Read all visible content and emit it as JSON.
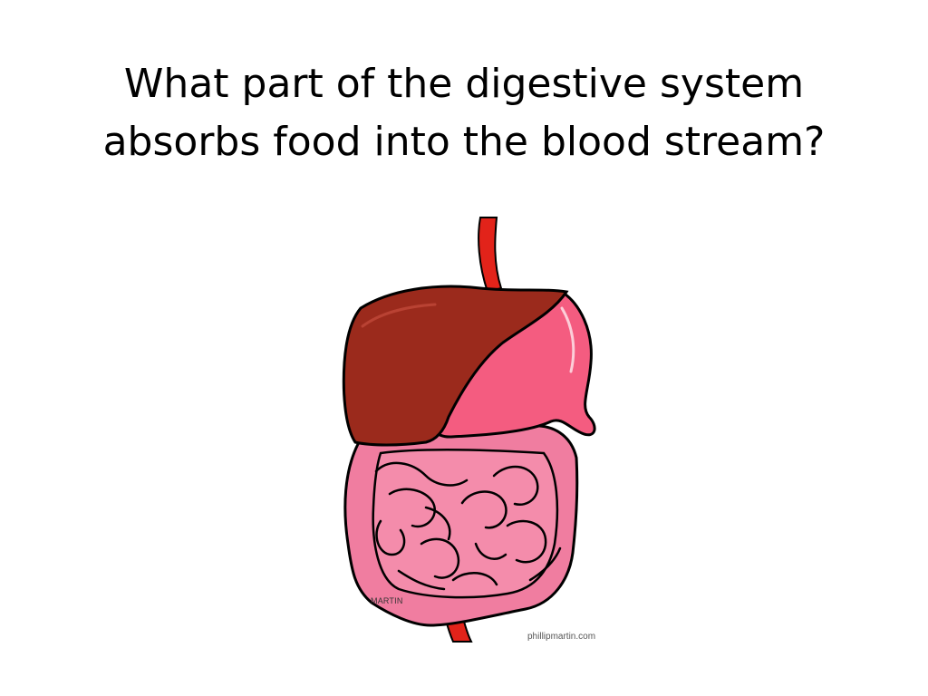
{
  "slide": {
    "title_line1": "What part of the digestive system",
    "title_line2": "absorbs food into the blood stream?",
    "illustration": {
      "subject": "digestive-system-clipart",
      "signature": "MARTIN",
      "credit": "phillipmartin.com",
      "colors": {
        "liver": "#9b2a1c",
        "stomach": "#f45c80",
        "intestine": "#f07da0",
        "esophagus": "#e2231a",
        "outline": "#000000"
      }
    }
  }
}
